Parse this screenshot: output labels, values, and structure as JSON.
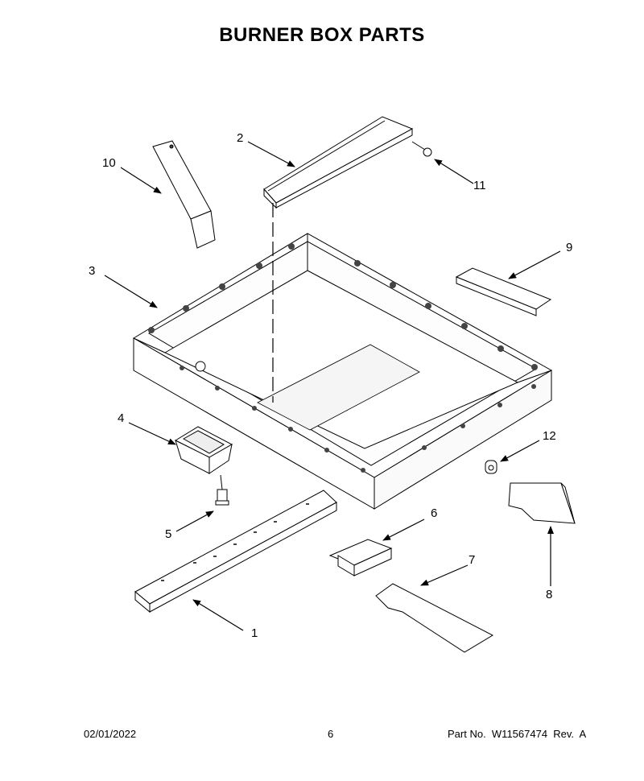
{
  "title": "BURNER BOX PARTS",
  "callouts": {
    "c1": "1",
    "c2": "2",
    "c3": "3",
    "c4": "4",
    "c5": "5",
    "c6": "6",
    "c7": "7",
    "c8": "8",
    "c9": "9",
    "c10": "10",
    "c11": "11",
    "c12": "12"
  },
  "footer": {
    "date": "02/01/2022",
    "page": "6",
    "part": "Part No.  W11567474  Rev.  A"
  }
}
